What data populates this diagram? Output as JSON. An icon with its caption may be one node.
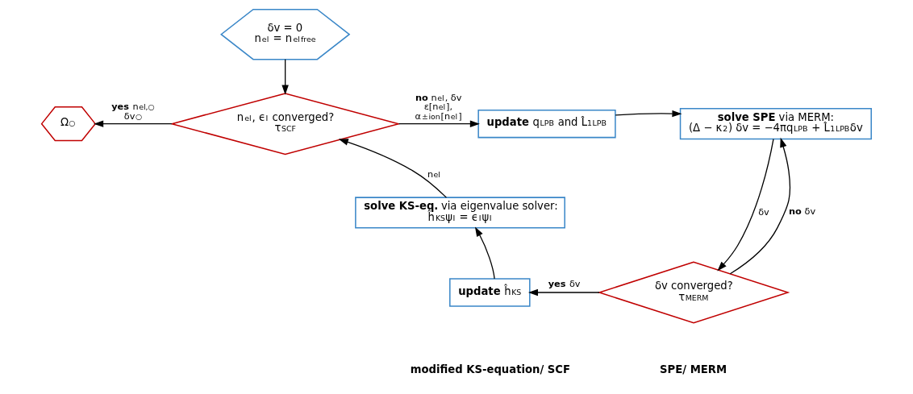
{
  "diagram": {
    "nodes": [
      {
        "text": [
          "δv = 0",
          "n$_{el}$ = n$_{el}$$^{free}$"
        ]
      },
      {
        "text": [
          "n$_{el}$, ϵ$_{I}$ converged?",
          "τ$_{SCF}$"
        ]
      },
      {
        "text": [
          "Ω$_{○}$"
        ]
      },
      {
        "text": [
          "**solve KS-eq.** via eigenvalue solver:",
          "ĥ$^{KS}$ψ$_{I}$ = ϵ$_{I}$ψ$_{I}$"
        ]
      },
      {
        "text": [
          "**update** ĥ$^{KS}$"
        ]
      },
      {
        "text": [
          "**update** q$^{LPB}$ and L̂$_{1}$$^{LPB}$"
        ]
      },
      {
        "text": [
          "**solve SPE** via MERM:",
          "(Δ − κ$^{2}$) δv = −4πq$^{LPB}$ + L̂$_{1}$$^{LPB}$δv"
        ]
      },
      {
        "text": [
          "δv converged?",
          "τ$_{MERM}$"
        ]
      }
    ],
    "edges": [
      {
        "from": 0,
        "to": 1,
        "arrow": "to"
      },
      {
        "from": 1,
        "to": 2,
        "arrow": "to",
        "label": "**yes** n$_{el,○}$ δv$_{○}$"
      },
      {
        "from": 3,
        "to": 1,
        "arrow": "to",
        "label": "n$_{el}$"
      },
      {
        "from": 4,
        "to": 3,
        "arrow": "to"
      },
      {
        "from": 1,
        "to": 5,
        "arrow": "to",
        "label": "**no** n$_{el}$, δv ε[n$_{el}$], α$^{±}$$_{ion}$[n$_{el}$]"
      },
      {
        "from": 5,
        "to": 6,
        "arrow": "to"
      },
      {
        "from": 6,
        "to": 7,
        "arrow": "to",
        "label": "δv"
      },
      {
        "from": 7,
        "to": 6,
        "arrow": "to",
        "label": "**no** δv"
      },
      {
        "from": 7,
        "to": 4,
        "arrow": "to",
        "label": "**yes** δv"
      }
    ],
    "labels": [
      "modified KS-equation/ SCF",
      "SPE/ MERM"
    ]
  }
}
